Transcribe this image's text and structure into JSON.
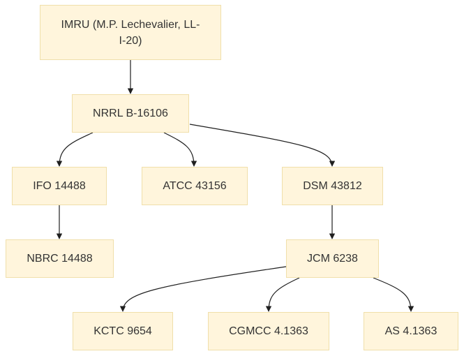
{
  "diagram": {
    "node_fill": "#fff5dc",
    "node_border": "#f0dfaa",
    "edge_color": "#1f1f1f",
    "text_color": "#333333",
    "nodes": {
      "imru": "IMRU (M.P. Lechevalier, LL-I-20)",
      "nrrl": "NRRL B-16106",
      "ifo": "IFO 14488",
      "atcc": "ATCC 43156",
      "dsm": "DSM 43812",
      "nbrc": "NBRC 14488",
      "jcm": "JCM 6238",
      "kctc": "KCTC 9654",
      "cgmcc": "CGMCC 4.1363",
      "as": "AS 4.1363"
    },
    "edges": [
      {
        "from": "imru",
        "to": "nrrl"
      },
      {
        "from": "nrrl",
        "to": "ifo"
      },
      {
        "from": "nrrl",
        "to": "atcc"
      },
      {
        "from": "nrrl",
        "to": "dsm"
      },
      {
        "from": "ifo",
        "to": "nbrc"
      },
      {
        "from": "dsm",
        "to": "jcm"
      },
      {
        "from": "jcm",
        "to": "kctc"
      },
      {
        "from": "jcm",
        "to": "cgmcc"
      },
      {
        "from": "jcm",
        "to": "as"
      }
    ]
  }
}
